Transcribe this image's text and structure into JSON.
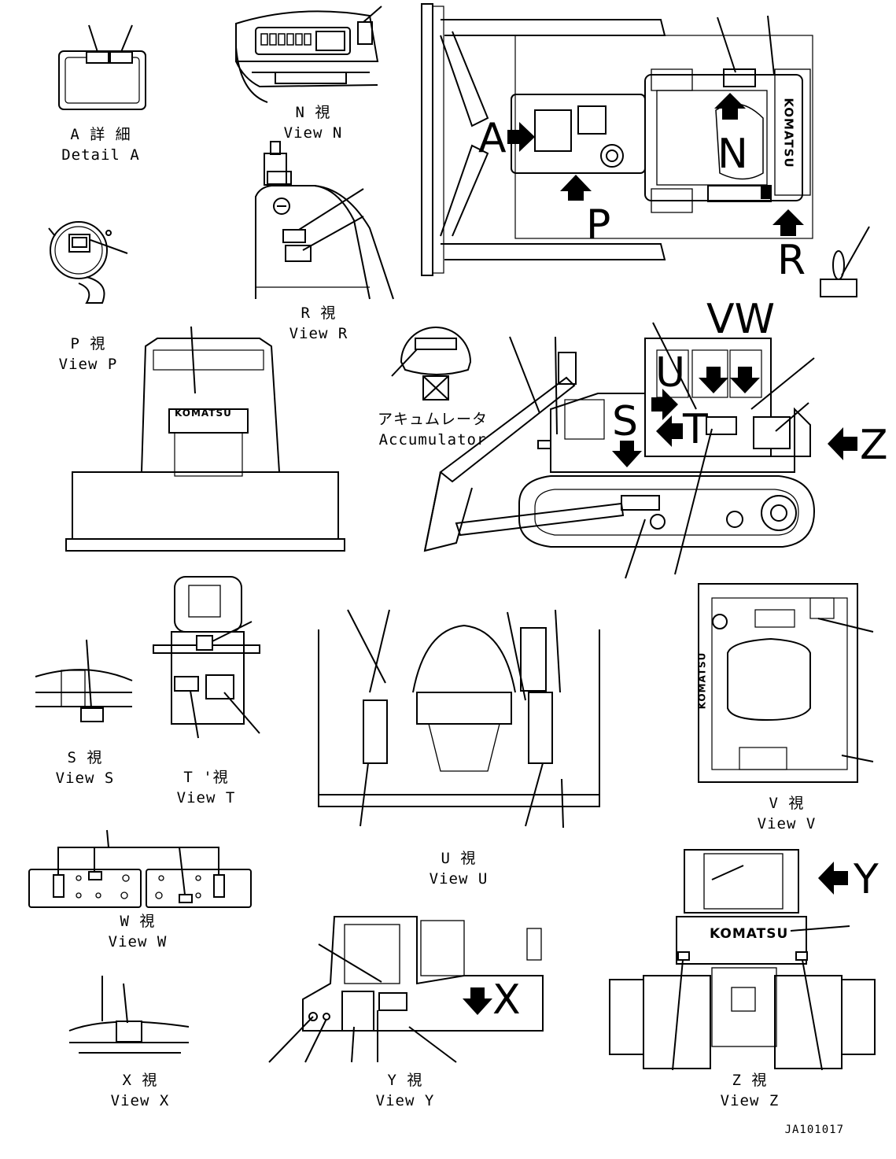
{
  "views": {
    "detail_a": {
      "line1": "A 詳 細",
      "line2": "Detail A"
    },
    "view_n": {
      "line1": "N  視",
      "line2": "View N"
    },
    "view_r": {
      "line1": "R  視",
      "line2": "View R"
    },
    "view_p": {
      "line1": "P  視",
      "line2": "View P"
    },
    "accumulator": {
      "line1": "アキュムレータ",
      "line2": "Accumulator"
    },
    "view_s": {
      "line1": "S  視",
      "line2": "View S"
    },
    "view_t": {
      "line1": "T '視",
      "line2": "View T"
    },
    "view_u": {
      "line1": "U  視",
      "line2": "View U"
    },
    "view_v": {
      "line1": "V  視",
      "line2": "View V"
    },
    "view_w": {
      "line1": "W  視",
      "line2": "View W"
    },
    "view_x": {
      "line1": "X  視",
      "line2": "View X"
    },
    "view_y": {
      "line1": "Y  視",
      "line2": "View Y"
    },
    "view_z": {
      "line1": "Z  視",
      "line2": "View Z"
    }
  },
  "markers": {
    "a": "A",
    "n": "N",
    "p": "P",
    "r": "R",
    "vw": "VW",
    "u": "U",
    "s": "S",
    "t": "T",
    "z": "Z",
    "x": "X",
    "y": "Y"
  },
  "brand": "KOMATSU",
  "drawing_ref": "JA101017"
}
